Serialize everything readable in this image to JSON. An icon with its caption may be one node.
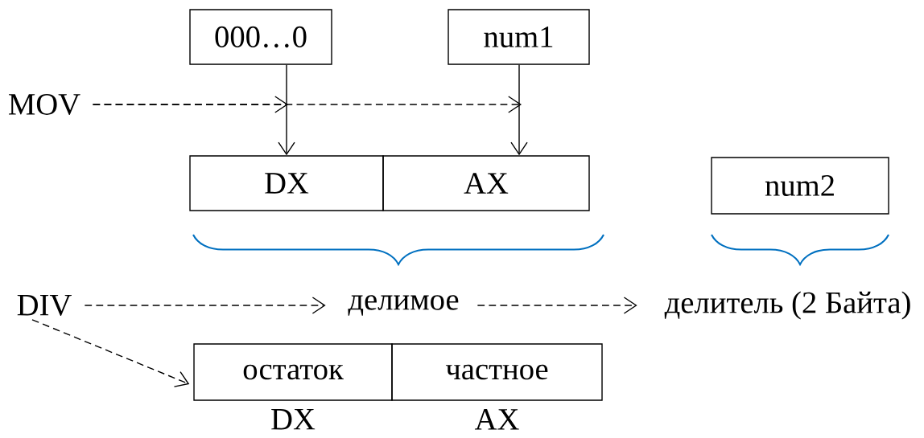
{
  "diagram": {
    "nodes": [
      {
        "text": [
          "000…0"
        ]
      },
      {
        "text": [
          "num1"
        ]
      },
      {
        "text": [
          "MOV"
        ]
      },
      {
        "text": [
          "DX"
        ]
      },
      {
        "text": [
          "AX"
        ]
      },
      {
        "text": [
          "num2"
        ]
      },
      {
        "text": [
          "DIV"
        ]
      },
      {
        "text": [
          "делимое"
        ]
      },
      {
        "text": [
          "делитель (2 Байта)"
        ]
      },
      {
        "text": [
          "остаток"
        ],
        "beside": [
          "DX"
        ]
      },
      {
        "text": [
          "частное"
        ],
        "beside": [
          "AX"
        ]
      }
    ],
    "edges": [
      {
        "from": 0,
        "to": 3,
        "arrow": "to"
      },
      {
        "from": 1,
        "to": 4,
        "arrow": "to"
      },
      {
        "from": 2,
        "to": null,
        "arrow": "to",
        "style": "dashed"
      },
      {
        "from": 2,
        "to": null,
        "arrow": "to",
        "style": "dashed"
      },
      {
        "from": 6,
        "to": 7,
        "arrow": "to",
        "style": "dashed"
      },
      {
        "from": 7,
        "to": 8,
        "arrow": "to",
        "style": "dashed"
      },
      {
        "from": 6,
        "to": 9,
        "arrow": "to",
        "style": "dashed"
      }
    ]
  }
}
